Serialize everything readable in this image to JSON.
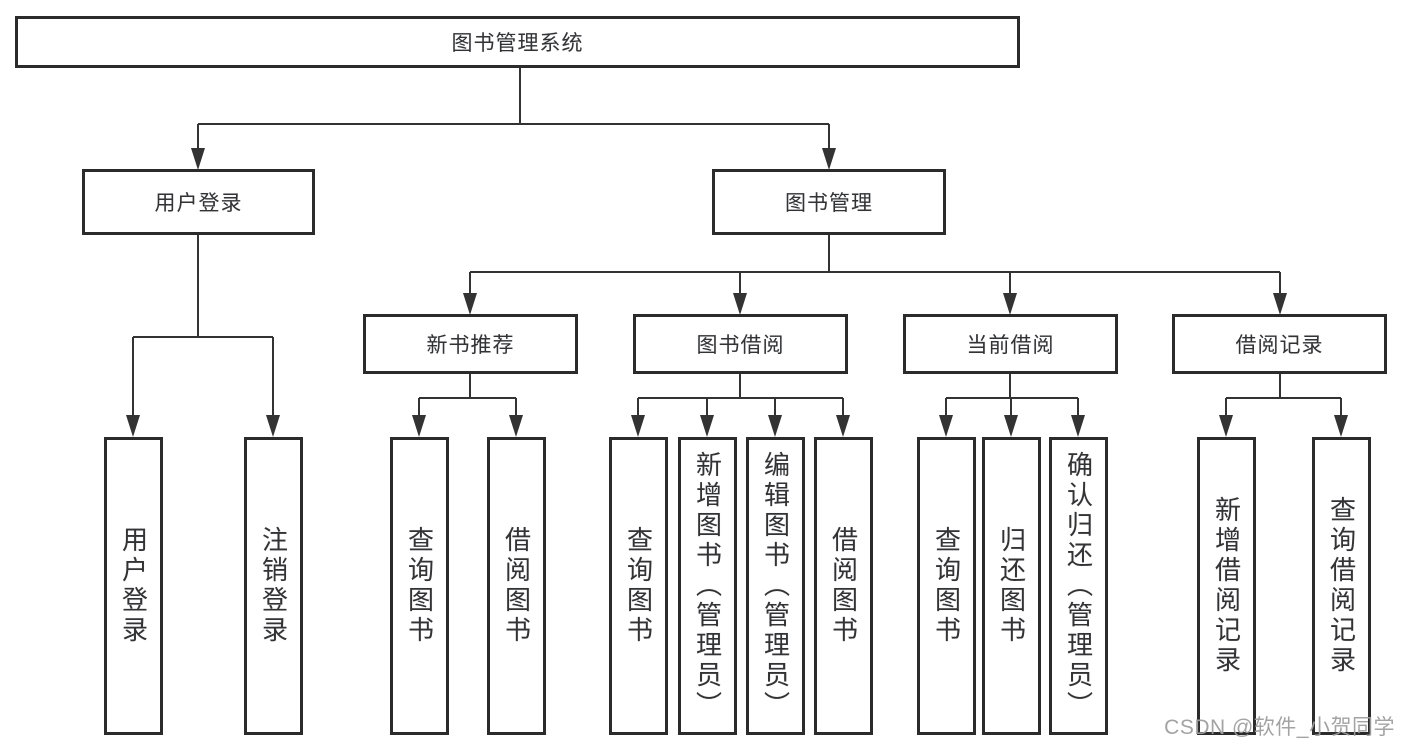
{
  "colors": {
    "background": "#ffffff",
    "border": "#2b2b2b",
    "line": "#333333",
    "text": "#333333",
    "watermark": "#9e9e9e"
  },
  "nodes": {
    "root": "图书管理系统",
    "user_login": "用户登录",
    "book_mgmt": "图书管理",
    "new_books": "新书推荐",
    "book_borrow": "图书借阅",
    "current_borrow": "当前借阅",
    "borrow_records": "借阅记录",
    "leaves": {
      "user_login": [
        "用户登录",
        "注销登录"
      ],
      "new_books": [
        "查询图书",
        "借阅图书"
      ],
      "book_borrow": [
        "查询图书",
        "新增图书（管理员）",
        "编辑图书（管理员）",
        "借阅图书"
      ],
      "current_borrow": [
        "查询图书",
        "归还图书",
        "确认归还（管理员）"
      ],
      "borrow_records": [
        "新增借阅记录",
        "查询借阅记录"
      ]
    }
  },
  "watermark": {
    "text": "CSDN @软件_小贺同学"
  }
}
